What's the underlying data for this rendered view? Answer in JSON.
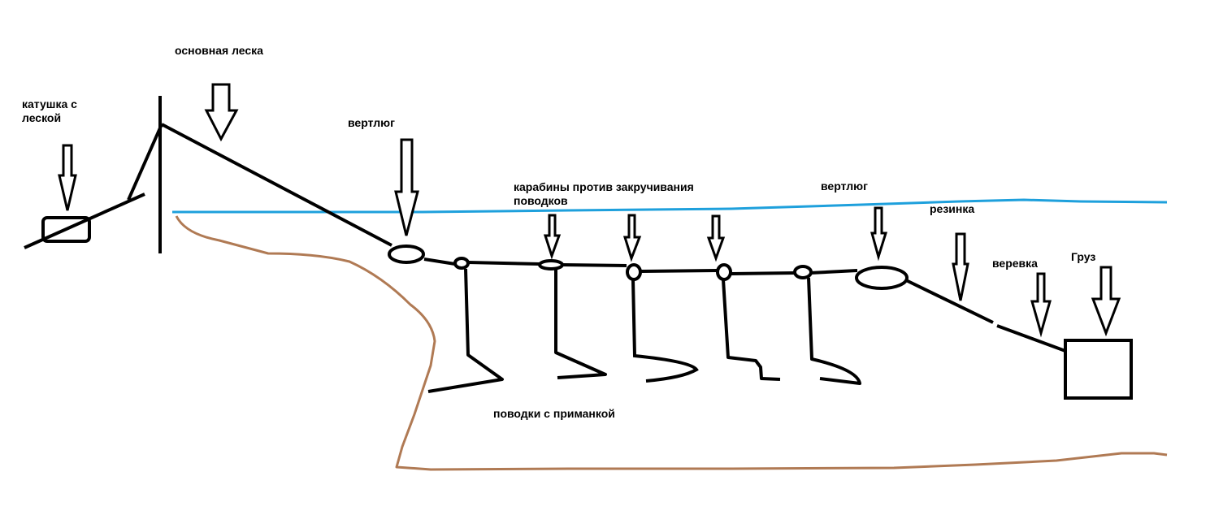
{
  "labels": {
    "main_line": "основная леска",
    "reel_line1": "катушка с",
    "reel_line2": "леской",
    "swivel_left": "вертлюг",
    "carabiners_line1": "карабины против закручивания",
    "carabiners_line2": "поводков",
    "swivel_right": "вертлюг",
    "rubber": "резинка",
    "rope": "веревка",
    "weight": "Груз",
    "leaders": "поводки с приманкой"
  },
  "colors": {
    "ink": "#000000",
    "water": "#1ea0dc",
    "ground": "#b07a54",
    "background": "#ffffff"
  }
}
